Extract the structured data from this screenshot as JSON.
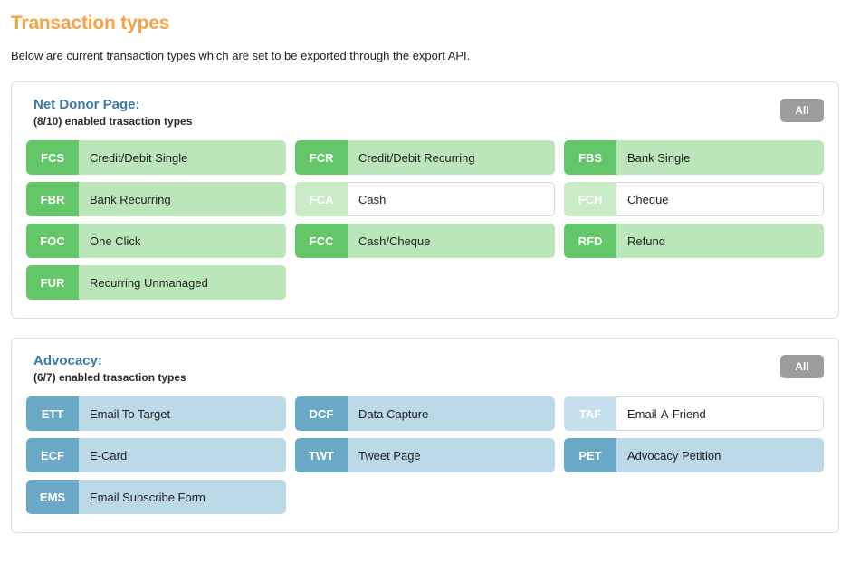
{
  "page": {
    "title": "Transaction types",
    "description": "Below are current transaction types which are set to be exported through the export API."
  },
  "colors": {
    "title_orange": "#f7a14a",
    "heading_blue": "#3a79a8",
    "green_code_on": "#63c668",
    "green_body_on": "#bbe6b9",
    "green_code_off": "#c9ecc6",
    "blue_code_on": "#6aa8c8",
    "blue_body_on": "#bcd9e8",
    "blue_code_off": "#c6dfec",
    "all_button_grey": "#9d9d9d",
    "panel_border": "#dedede"
  },
  "groups": [
    {
      "title": "Net Donor Page:",
      "subtitle": "(8/10) enabled trasaction types",
      "all_label": "All",
      "theme": "green",
      "enabled_count": 8,
      "total_count": 10,
      "types": [
        {
          "code": "FCS",
          "label": "Credit/Debit Single",
          "enabled": true
        },
        {
          "code": "FCR",
          "label": "Credit/Debit Recurring",
          "enabled": true
        },
        {
          "code": "FBS",
          "label": "Bank Single",
          "enabled": true
        },
        {
          "code": "FBR",
          "label": "Bank Recurring",
          "enabled": true
        },
        {
          "code": "FCA",
          "label": "Cash",
          "enabled": false
        },
        {
          "code": "FCH",
          "label": "Cheque",
          "enabled": false
        },
        {
          "code": "FOC",
          "label": "One Click",
          "enabled": true
        },
        {
          "code": "FCC",
          "label": "Cash/Cheque",
          "enabled": true
        },
        {
          "code": "RFD",
          "label": "Refund",
          "enabled": true
        },
        {
          "code": "FUR",
          "label": "Recurring Unmanaged",
          "enabled": true
        }
      ]
    },
    {
      "title": "Advocacy:",
      "subtitle": "(6/7) enabled trasaction types",
      "all_label": "All",
      "theme": "blue",
      "enabled_count": 6,
      "total_count": 7,
      "types": [
        {
          "code": "ETT",
          "label": "Email To Target",
          "enabled": true
        },
        {
          "code": "DCF",
          "label": "Data Capture",
          "enabled": true
        },
        {
          "code": "TAF",
          "label": "Email-A-Friend",
          "enabled": false
        },
        {
          "code": "ECF",
          "label": "E-Card",
          "enabled": true
        },
        {
          "code": "TWT",
          "label": "Tweet Page",
          "enabled": true
        },
        {
          "code": "PET",
          "label": "Advocacy Petition",
          "enabled": true
        },
        {
          "code": "EMS",
          "label": "Email Subscribe Form",
          "enabled": true
        }
      ]
    }
  ]
}
